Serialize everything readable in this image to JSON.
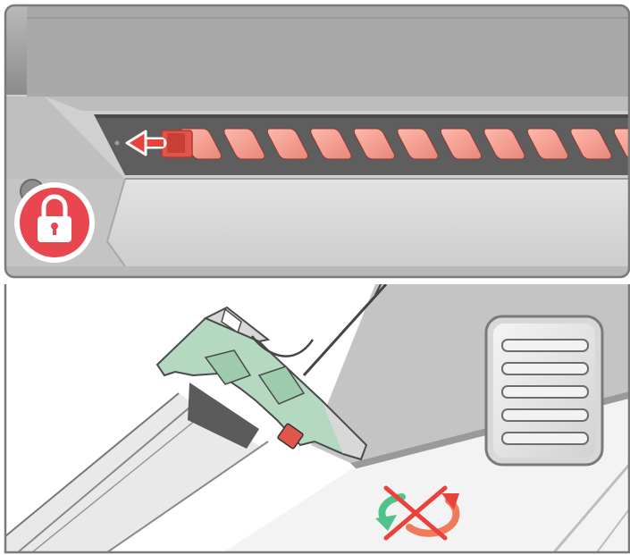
{
  "panels": {
    "top": {
      "lock_state": "locked",
      "latch_direction": "left",
      "vent_slot_count": 11
    },
    "bottom": {
      "rotation_forbidden": true,
      "louver_count": 5
    }
  },
  "colors": {
    "frame_dark": "#6e6e6e",
    "panel_grey": "#c9c9c9",
    "slot_pink": "#f6a497",
    "arrow_red": "#e8423a",
    "lock_red": "#e8474f",
    "profile_green": "#b5d9c0",
    "x_red": "#e8423a",
    "rot_green": "#4fc38b",
    "rot_red": "#f07a5a"
  }
}
